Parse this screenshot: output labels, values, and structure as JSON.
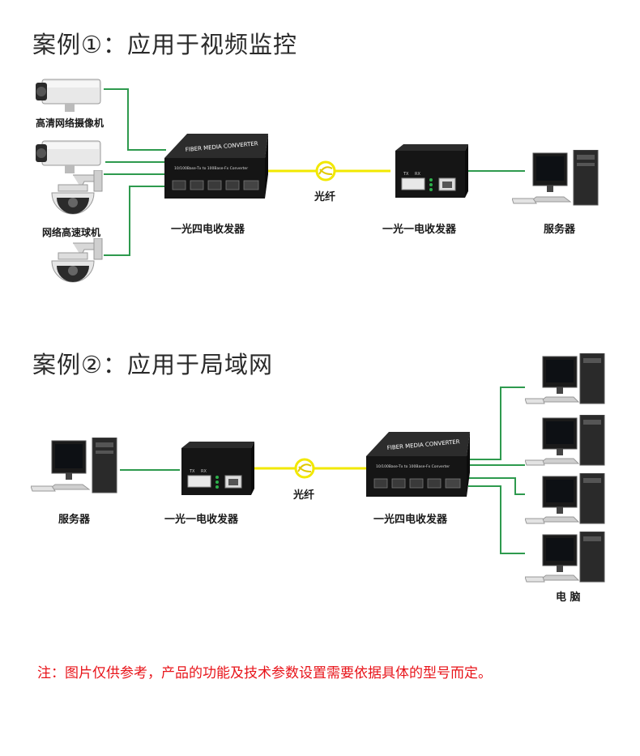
{
  "case1": {
    "title": "案例①：应用于视频监控",
    "label_ip_camera": "高清网络摄像机",
    "label_dome_camera": "网络高速球机",
    "label_converter_1x4": "一光四电收发器",
    "label_fiber": "光纤",
    "label_converter_1x1": "一光一电收发器",
    "label_server": "服务器"
  },
  "case2": {
    "title": "案例②：应用于局域网",
    "label_server": "服务器",
    "label_converter_1x1": "一光一电收发器",
    "label_fiber": "光纤",
    "label_converter_1x4": "一光四电收发器",
    "label_computer": "电 脑"
  },
  "device_text": {
    "converter_brand": "FIBER MEDIA CONVERTER",
    "converter_spec": "10/100Base-Tx to 100Base-Fx Converter",
    "port_tx": "TX",
    "port_rx": "RX"
  },
  "note": "注：图片仅供参考，产品的功能及技术参数设置需要依据具体的型号而定。",
  "colors": {
    "copper_line": "#2e9a4e",
    "fiber_line": "#f2e800",
    "note_text": "#e8141a",
    "device_body": "#1b1b1b"
  }
}
